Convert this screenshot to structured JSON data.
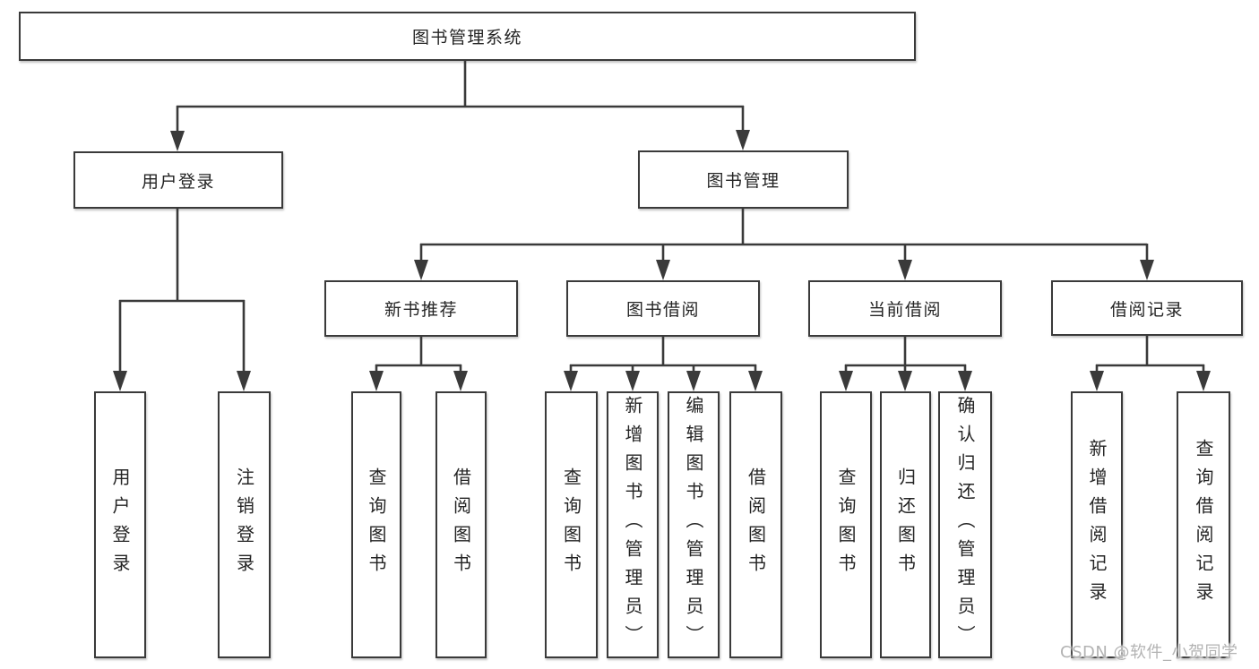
{
  "diagram": {
    "root": {
      "label": "图书管理系统"
    },
    "branches": [
      {
        "label": "用户登录",
        "children": [
          {
            "label": "用户登录"
          },
          {
            "label": "注销登录"
          }
        ]
      },
      {
        "label": "图书管理",
        "children": [
          {
            "label": "新书推荐",
            "children": [
              {
                "label": "查询图书"
              },
              {
                "label": "借阅图书"
              }
            ]
          },
          {
            "label": "图书借阅",
            "children": [
              {
                "label": "查询图书"
              },
              {
                "label": "新增图书（管理员）"
              },
              {
                "label": "编辑图书（管理员）"
              },
              {
                "label": "借阅图书"
              }
            ]
          },
          {
            "label": "当前借阅",
            "children": [
              {
                "label": "查询图书"
              },
              {
                "label": "归还图书"
              },
              {
                "label": "确认归还（管理员）"
              }
            ]
          },
          {
            "label": "借阅记录",
            "children": [
              {
                "label": "新增借阅记录"
              },
              {
                "label": "查询借阅记录"
              }
            ]
          }
        ]
      }
    ]
  },
  "watermark": {
    "label": "CSDN @软件_小贺同学"
  },
  "colors": {
    "line": "#3a3a3a",
    "text": "#242424",
    "background": "#ffffff",
    "watermark": "#b3b3b3"
  }
}
